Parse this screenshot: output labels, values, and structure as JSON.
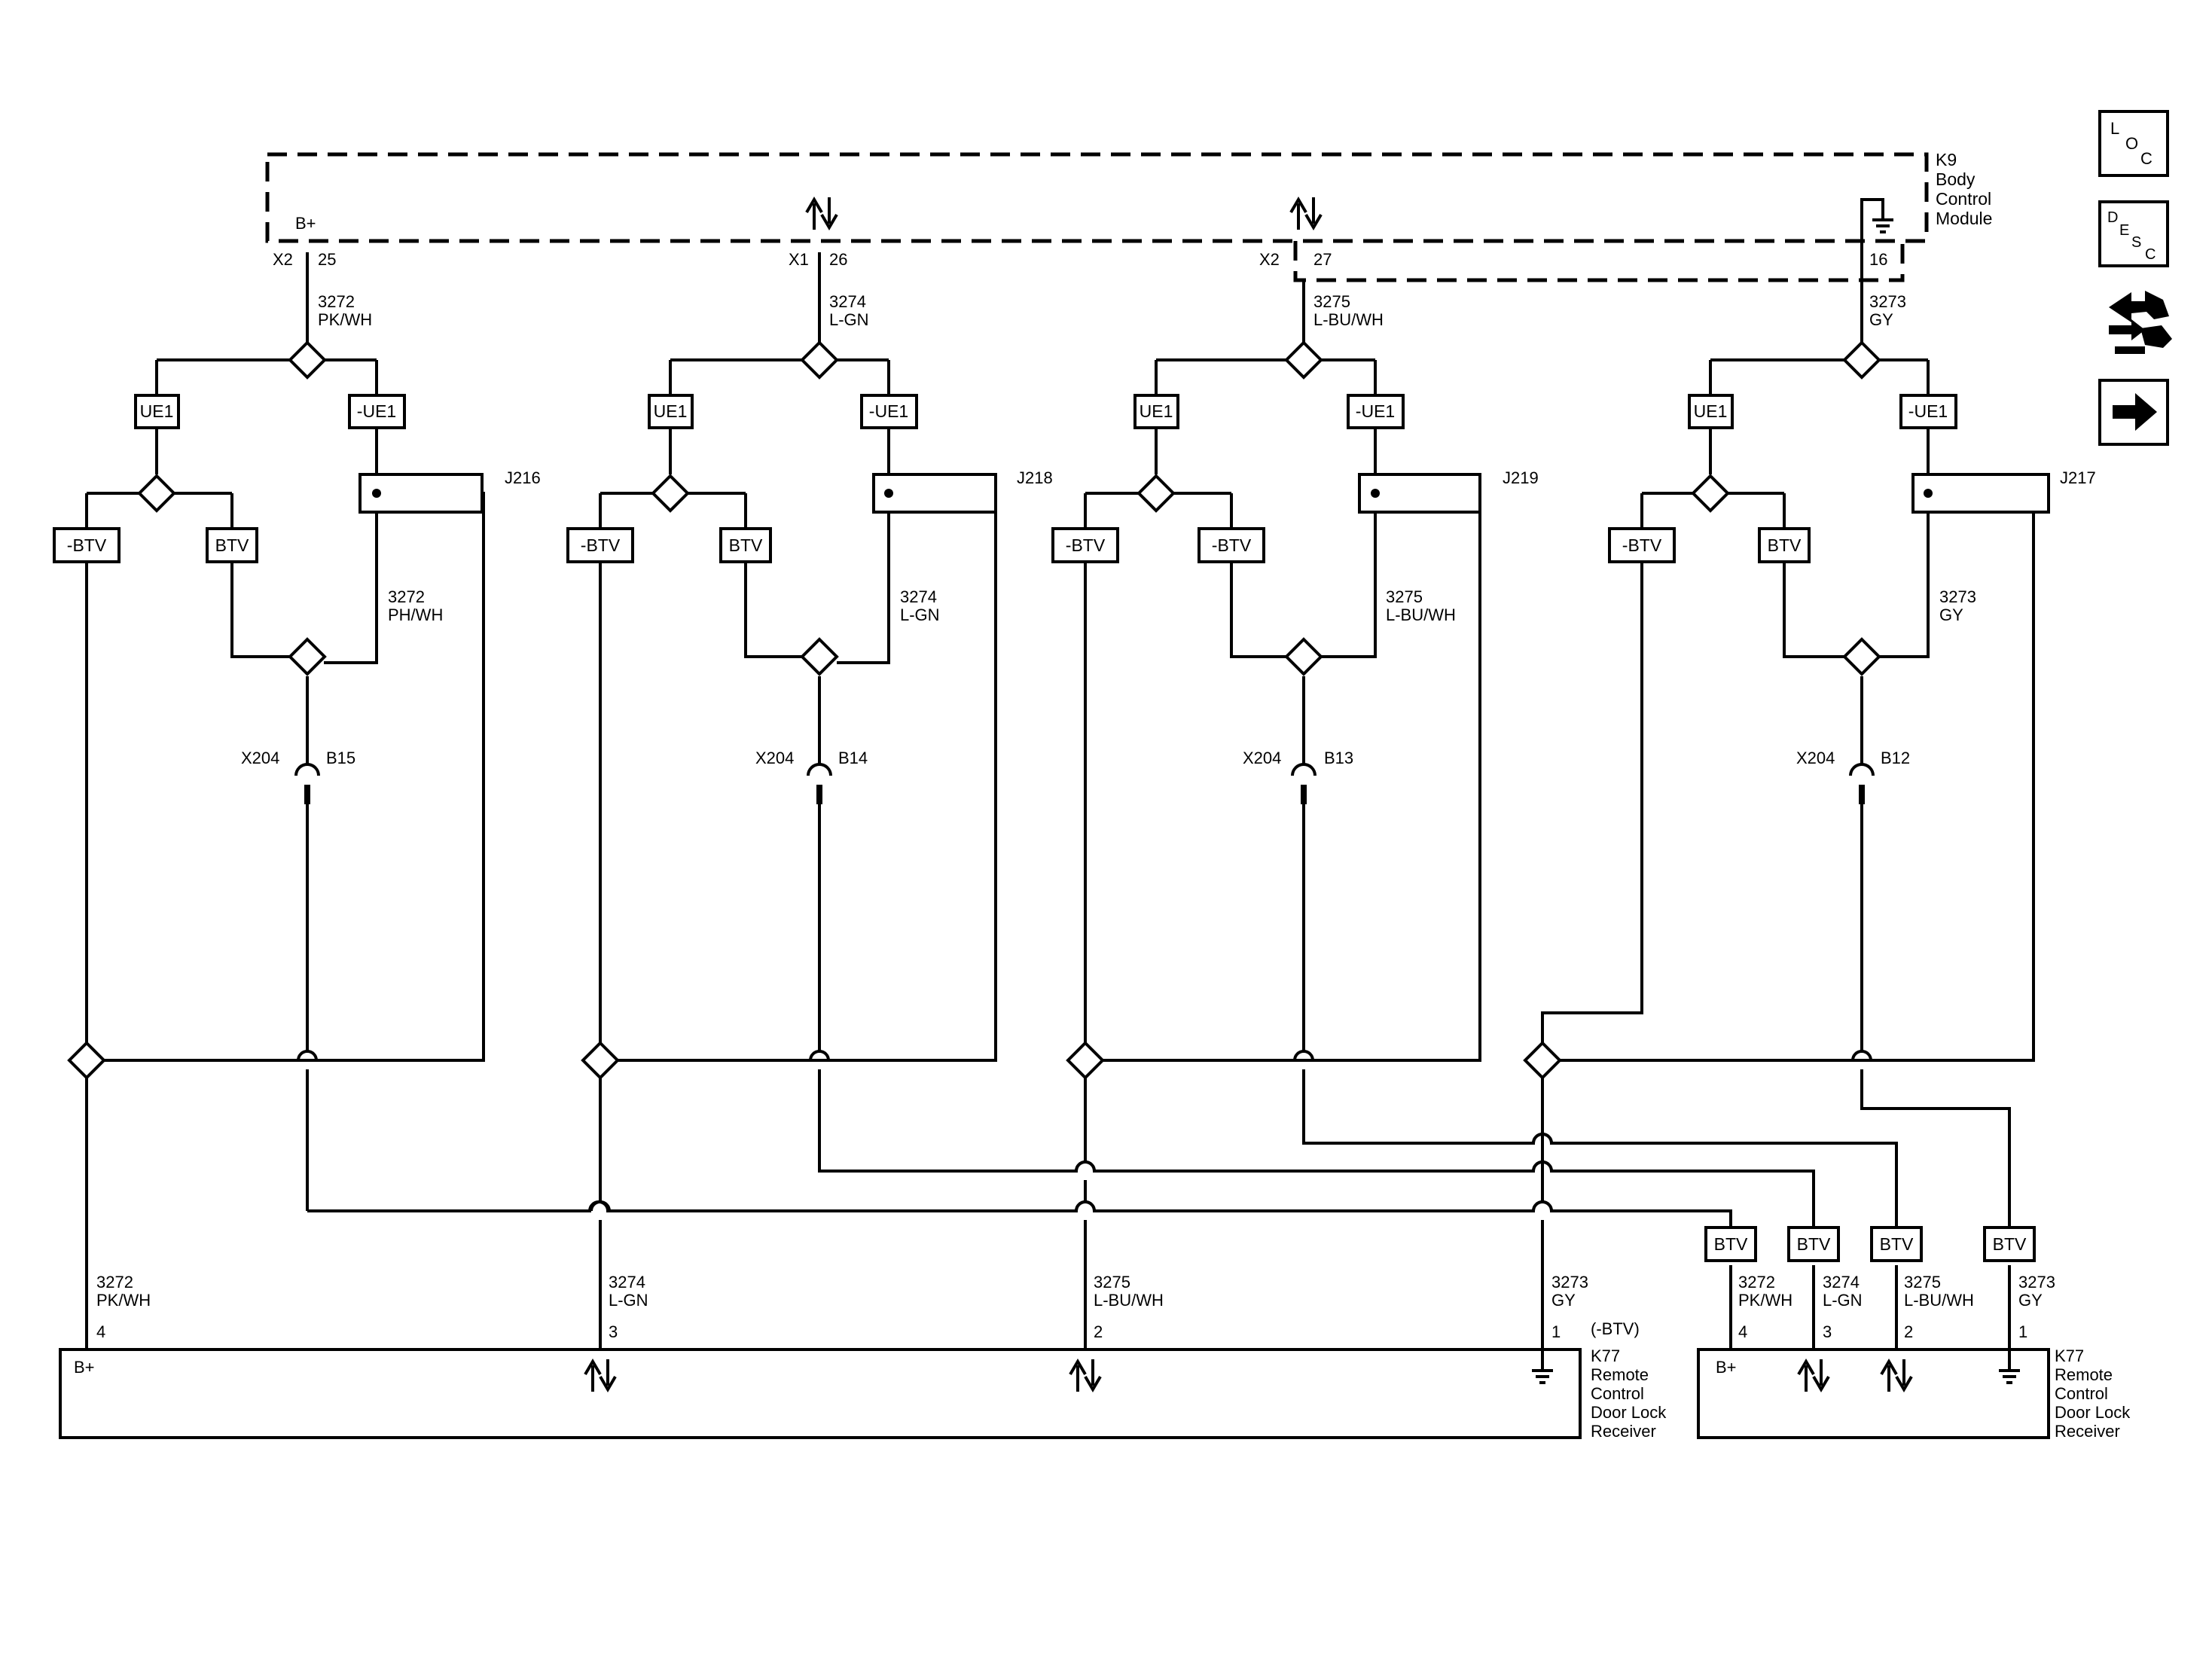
{
  "k9": {
    "ref": "K9",
    "name_lines": [
      "Body",
      "Control",
      "Module"
    ]
  },
  "k9_pins": [
    {
      "conn": "X2",
      "pin": "25",
      "circuit": "3272",
      "color": "PK/WH"
    },
    {
      "conn": "X1",
      "pin": "26",
      "circuit": "3274",
      "color": "L-GN"
    },
    {
      "conn": "X2",
      "pin": "27",
      "circuit": "3275",
      "color": "L-BU/WH"
    },
    {
      "conn": "",
      "pin": "16",
      "circuit": "3273",
      "color": "GY"
    }
  ],
  "bplus": "B+",
  "option_labels": {
    "ue1": "UE1",
    "not_ue1": "-UE1",
    "btv": "BTV",
    "not_btv": "-BTV"
  },
  "branches": [
    {
      "splice": "J216",
      "circuit": "3272",
      "color": "PH/WH",
      "inline_conn": "X204",
      "inline_pin": "B15"
    },
    {
      "splice": "J218",
      "circuit": "3274",
      "color": "L-GN",
      "inline_conn": "X204",
      "inline_pin": "B14"
    },
    {
      "splice": "J219",
      "circuit": "3275",
      "color": "L-BU/WH",
      "inline_conn": "X204",
      "inline_pin": "B13"
    },
    {
      "splice": "J217",
      "circuit": "3273",
      "color": "GY",
      "inline_conn": "X204",
      "inline_pin": "B12"
    }
  ],
  "k77_left": {
    "ref": "K77",
    "name_lines": [
      "Remote",
      "Control",
      "Door Lock",
      "Receiver"
    ],
    "tag": "(-BTV)",
    "pins": [
      {
        "circuit": "3272",
        "color": "PK/WH",
        "pin": "4"
      },
      {
        "circuit": "3274",
        "color": "L-GN",
        "pin": "3"
      },
      {
        "circuit": "3275",
        "color": "L-BU/WH",
        "pin": "2"
      },
      {
        "circuit": "3273",
        "color": "GY",
        "pin": "1"
      }
    ]
  },
  "k77_right": {
    "ref": "K77",
    "name_lines": [
      "Remote",
      "Control",
      "Door Lock",
      "Receiver"
    ],
    "pins": [
      {
        "circuit": "3272",
        "color": "PK/WH",
        "pin": "4"
      },
      {
        "circuit": "3274",
        "color": "L-GN",
        "pin": "3"
      },
      {
        "circuit": "3275",
        "color": "L-BU/WH",
        "pin": "2"
      },
      {
        "circuit": "3273",
        "color": "GY",
        "pin": "1"
      }
    ]
  },
  "side_icons": [
    {
      "name": "loc-icon",
      "letters": [
        "L",
        "O",
        "C"
      ]
    },
    {
      "name": "desc-icon",
      "letters": [
        "D",
        "E",
        "S",
        "C"
      ]
    },
    {
      "name": "connector-repair-icon"
    },
    {
      "name": "next-arrow-icon"
    }
  ]
}
